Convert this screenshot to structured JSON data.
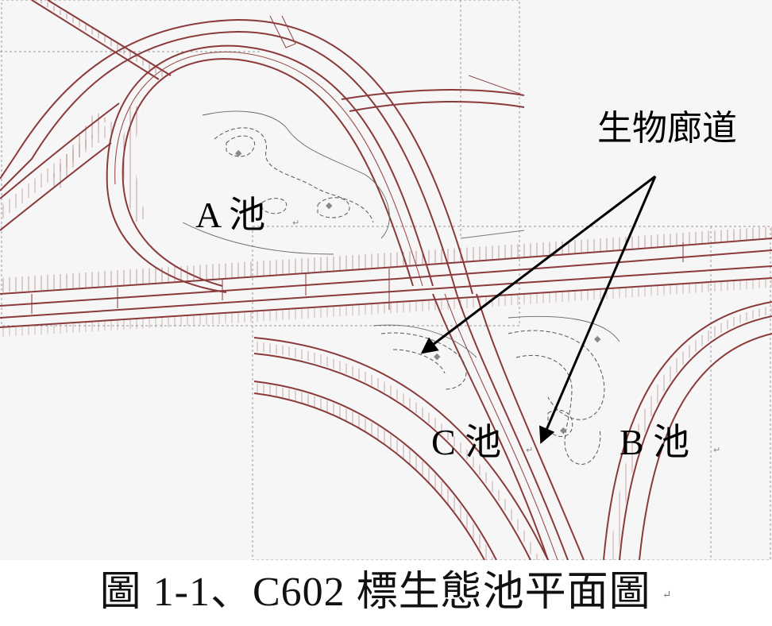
{
  "labels": {
    "corridor": "生物廊道",
    "pond_a": "A 池",
    "pond_b": "B 池",
    "pond_c": "C 池",
    "para_mark": "↵"
  },
  "caption": {
    "text": "圖 1-1、C602 標生態池平面圖"
  },
  "colors": {
    "road": "#8a3a3a",
    "background": "#f6f6f6",
    "arrow": "#000000"
  }
}
